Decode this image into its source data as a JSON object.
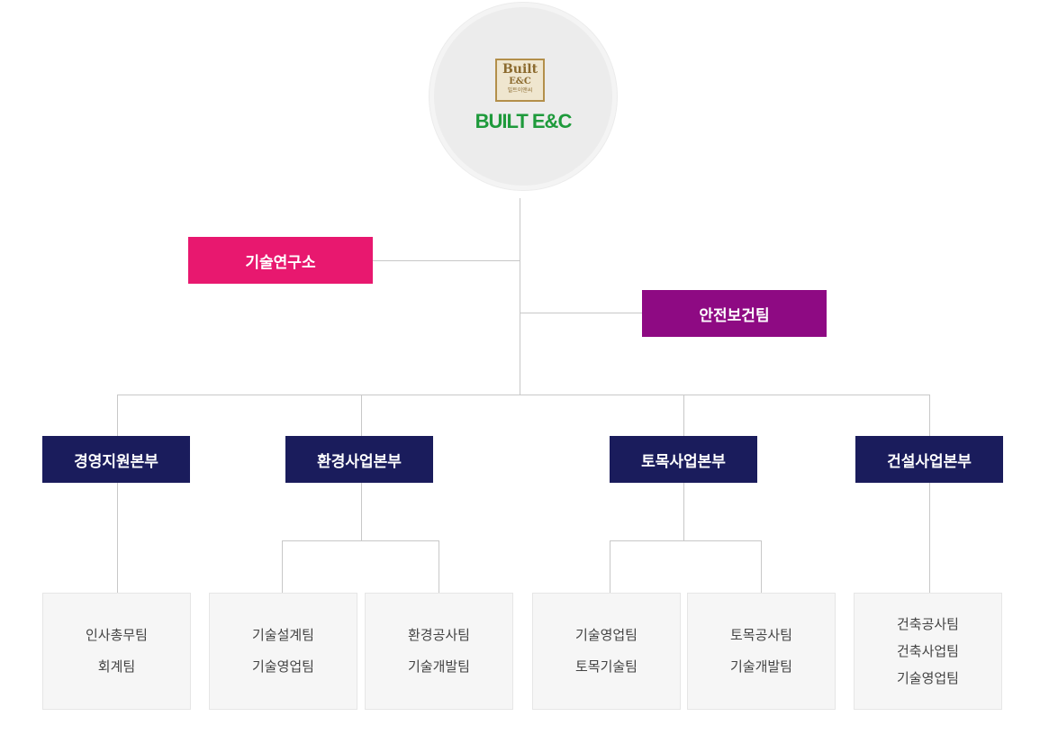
{
  "logo": {
    "badge_line1": "Built",
    "badge_line2": "E&C",
    "badge_line3": "빌트이앤씨",
    "brand": "BUILT E&C"
  },
  "units": {
    "research": "기술연구소",
    "safety": "안전보건팀"
  },
  "divisions": [
    {
      "label": "경영지원본부",
      "teams": [
        [
          "인사총무팀",
          "회계팀"
        ]
      ]
    },
    {
      "label": "환경사업본부",
      "teams": [
        [
          "기술설계팀",
          "기술영업팀"
        ],
        [
          "환경공사팀",
          "기술개발팀"
        ]
      ]
    },
    {
      "label": "토목사업본부",
      "teams": [
        [
          "기술영업팀",
          "토목기술팀"
        ],
        [
          "토목공사팀",
          "기술개발팀"
        ]
      ]
    },
    {
      "label": "건설사업본부",
      "teams": [
        [
          "건축공사팀",
          "건축사업팀",
          "기술영업팀"
        ]
      ]
    }
  ],
  "colors": {
    "research": "#e8186f",
    "safety": "#8e0a83",
    "division": "#1a1c5c",
    "brand": "#1e9a3b"
  }
}
